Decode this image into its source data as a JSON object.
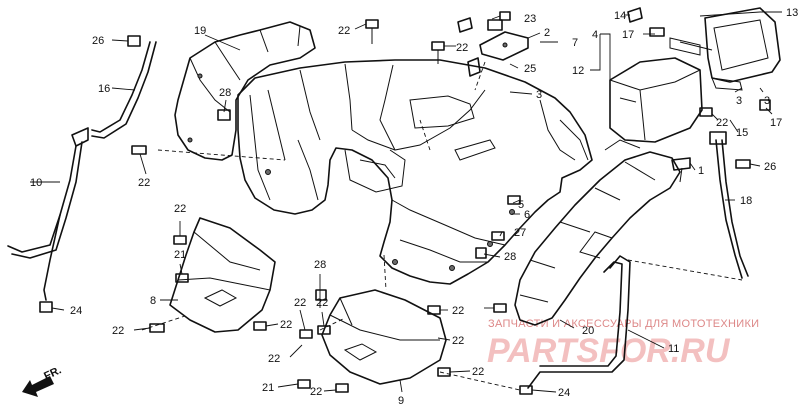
{
  "diagram": {
    "callouts": [
      {
        "id": "c26a",
        "text": "26"
      },
      {
        "id": "c19",
        "text": "19"
      },
      {
        "id": "c22a",
        "text": "22"
      },
      {
        "id": "c23",
        "text": "23"
      },
      {
        "id": "c2",
        "text": "2"
      },
      {
        "id": "c7",
        "text": "7"
      },
      {
        "id": "c22b",
        "text": "22"
      },
      {
        "id": "c25",
        "text": "25"
      },
      {
        "id": "c3a",
        "text": "3"
      },
      {
        "id": "c14",
        "text": "14"
      },
      {
        "id": "c13",
        "text": "13"
      },
      {
        "id": "c4",
        "text": "4"
      },
      {
        "id": "c17a",
        "text": "17"
      },
      {
        "id": "c12",
        "text": "12"
      },
      {
        "id": "c3b",
        "text": "3"
      },
      {
        "id": "c3c",
        "text": "3"
      },
      {
        "id": "c22c",
        "text": "22"
      },
      {
        "id": "c15",
        "text": "15"
      },
      {
        "id": "c17b",
        "text": "17"
      },
      {
        "id": "c16",
        "text": "16"
      },
      {
        "id": "c28a",
        "text": "28"
      },
      {
        "id": "c10",
        "text": "10"
      },
      {
        "id": "c22d",
        "text": "22"
      },
      {
        "id": "c1",
        "text": "1"
      },
      {
        "id": "c26b",
        "text": "26"
      },
      {
        "id": "c18",
        "text": "18"
      },
      {
        "id": "c5",
        "text": "5"
      },
      {
        "id": "c6",
        "text": "6"
      },
      {
        "id": "c27",
        "text": "27"
      },
      {
        "id": "c22e",
        "text": "22"
      },
      {
        "id": "c21a",
        "text": "21"
      },
      {
        "id": "c28b",
        "text": "28"
      },
      {
        "id": "c28c",
        "text": "28"
      },
      {
        "id": "c8",
        "text": "8"
      },
      {
        "id": "c22f",
        "text": "22"
      },
      {
        "id": "c22g",
        "text": "22"
      },
      {
        "id": "c22h",
        "text": "22"
      },
      {
        "id": "c22i",
        "text": "22"
      },
      {
        "id": "c22j",
        "text": "22"
      },
      {
        "id": "c20",
        "text": "20"
      },
      {
        "id": "c24a",
        "text": "24"
      },
      {
        "id": "c22k",
        "text": "22"
      },
      {
        "id": "c22l",
        "text": "22"
      },
      {
        "id": "c11",
        "text": "11"
      },
      {
        "id": "c21b",
        "text": "21"
      },
      {
        "id": "c22m",
        "text": "22"
      },
      {
        "id": "c22n",
        "text": "22"
      },
      {
        "id": "c9",
        "text": "9"
      },
      {
        "id": "c24b",
        "text": "24"
      }
    ],
    "direction_label": "FR.",
    "watermark": {
      "tagline": "ЗАПЧАСТИ И АКСЕССУАРЫ ДЛЯ МОТОТЕХНИКИ",
      "brand": "PARTSFOR.RU",
      "color": "#e8a0a0"
    }
  }
}
